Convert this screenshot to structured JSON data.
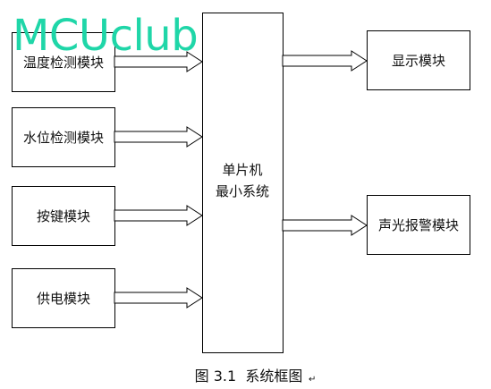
{
  "watermark": "MCUclub",
  "mcu": {
    "line1": "单片机",
    "line2": "最小系统"
  },
  "inputs": [
    "温度检测模块",
    "水位检测模块",
    "按键模块",
    "供电模块"
  ],
  "outputs": [
    "显示模块",
    "声光报警模块"
  ],
  "caption": "图 3.1  系统框图",
  "colors": {
    "line": "#000000",
    "watermark": "#1fd6a8"
  }
}
